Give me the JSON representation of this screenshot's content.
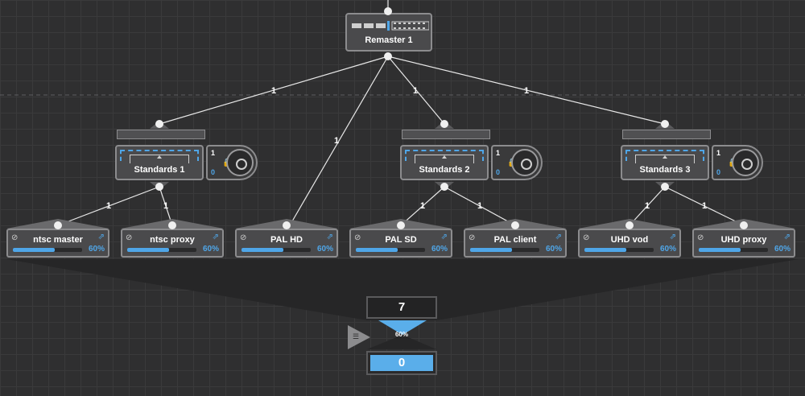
{
  "remaster": {
    "label": "Remaster 1"
  },
  "edge_labels": [
    {
      "id": "remaster-standards1",
      "text": "1"
    },
    {
      "id": "remaster-palhd",
      "text": "1"
    },
    {
      "id": "remaster-standards2",
      "text": "1"
    },
    {
      "id": "remaster-standards3",
      "text": "1"
    },
    {
      "id": "std1-ntscmaster",
      "text": "1"
    },
    {
      "id": "std1-ntscproxy",
      "text": "1"
    },
    {
      "id": "std2-palsd",
      "text": "1"
    },
    {
      "id": "std2-palclient",
      "text": "1"
    },
    {
      "id": "std3-uhdvod",
      "text": "1"
    },
    {
      "id": "std3-uhdproxy",
      "text": "1"
    }
  ],
  "standards": [
    {
      "label": "Standards 1",
      "count_top": "1",
      "count_bottom": "0"
    },
    {
      "label": "Standards 2",
      "count_top": "1",
      "count_bottom": "0"
    },
    {
      "label": "Standards 3",
      "count_top": "1",
      "count_bottom": "0"
    }
  ],
  "outputs": [
    {
      "label": "ntsc master",
      "progress": 0.6,
      "percent_text": "60%"
    },
    {
      "label": "ntsc proxy",
      "progress": 0.6,
      "percent_text": "60%"
    },
    {
      "label": "PAL HD",
      "progress": 0.6,
      "percent_text": "60%"
    },
    {
      "label": "PAL SD",
      "progress": 0.6,
      "percent_text": "60%"
    },
    {
      "label": "PAL client",
      "progress": 0.6,
      "percent_text": "60%"
    },
    {
      "label": "UHD vod",
      "progress": 0.6,
      "percent_text": "60%"
    },
    {
      "label": "UHD proxy",
      "progress": 0.6,
      "percent_text": "60%"
    }
  ],
  "hourglass": {
    "top_count": "7",
    "percent_text": "60%",
    "bottom_count": "0"
  },
  "colors": {
    "accent": "#4fa6e8",
    "background": "#2f2f30",
    "node": "#4a4a4c"
  },
  "icons": {
    "disabled": "ban-icon",
    "share": "share-icon",
    "lock": "lock-icon",
    "list": "list-icon"
  }
}
